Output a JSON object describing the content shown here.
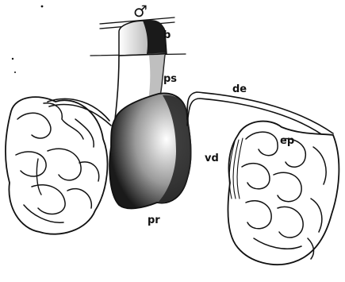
{
  "figure": {
    "labels": {
      "male_symbol": "♂",
      "b": "b",
      "ps": "ps",
      "de": "de",
      "ep": "ep",
      "vd": "vd",
      "pr": "pr"
    },
    "colors": {
      "ink": "#111111",
      "paper": "#ffffff",
      "shade": "#2a2a2a"
    }
  }
}
